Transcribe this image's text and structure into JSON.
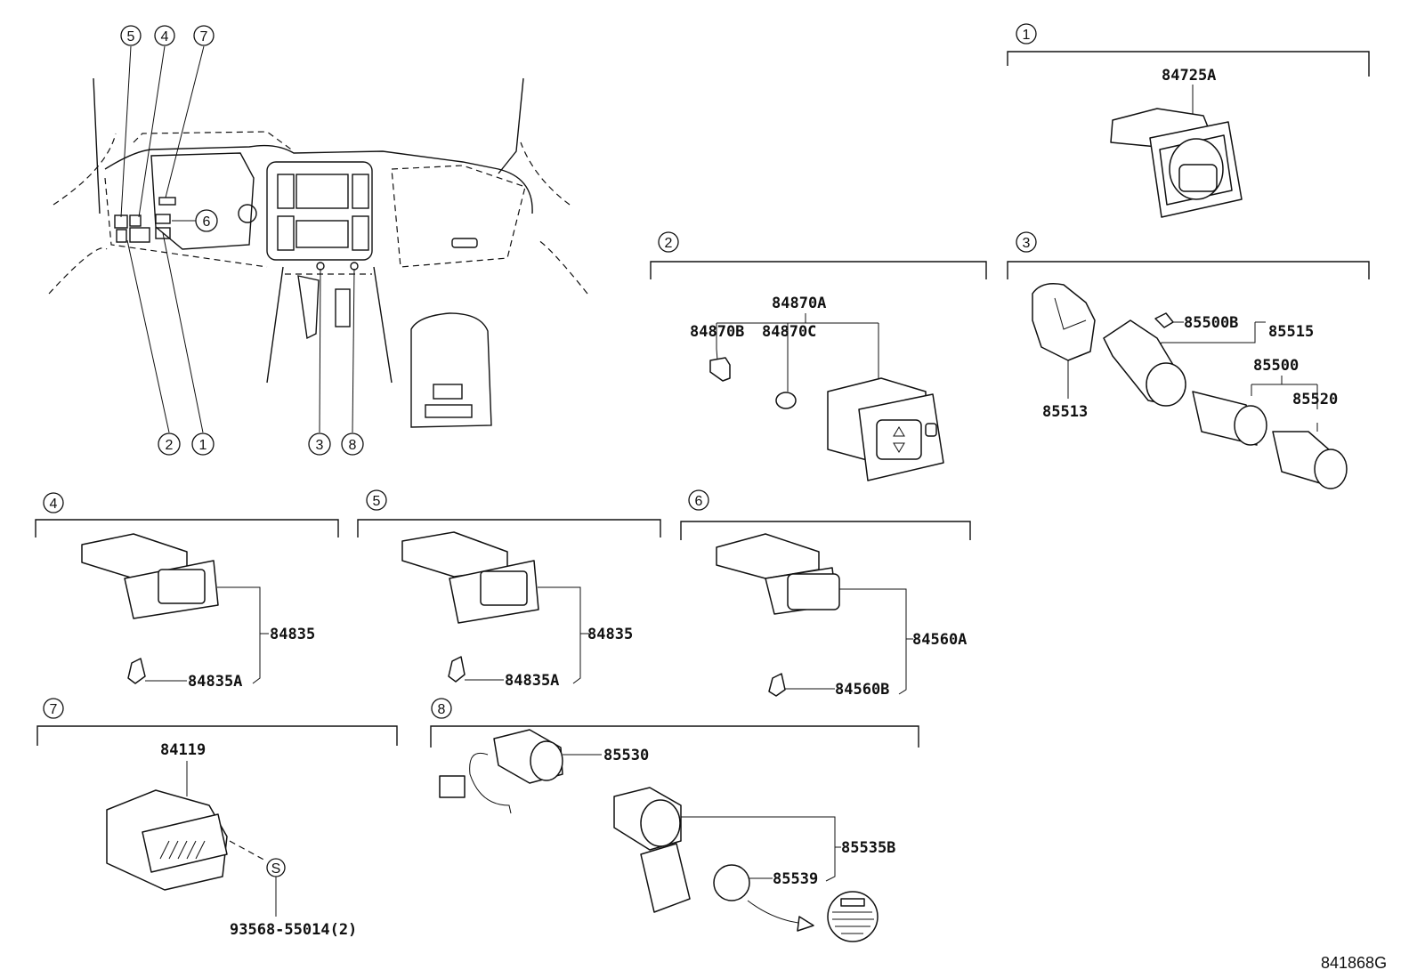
{
  "diagram_code": "841868G",
  "overview": {
    "top_callouts": [
      "5",
      "4",
      "7"
    ],
    "inner_callout": "6",
    "bottom_left_callouts": [
      "2",
      "1"
    ],
    "bottom_center_callouts": [
      "3",
      "8"
    ]
  },
  "groups": [
    {
      "id": "1",
      "parts": [
        "84725A"
      ]
    },
    {
      "id": "2",
      "parts": [
        "84870A",
        "84870B",
        "84870C"
      ]
    },
    {
      "id": "3",
      "parts": [
        "85500B",
        "85515",
        "85500",
        "85520",
        "85513"
      ]
    },
    {
      "id": "4",
      "parts": [
        "84835",
        "84835A"
      ]
    },
    {
      "id": "5",
      "parts": [
        "84835",
        "84835A"
      ]
    },
    {
      "id": "6",
      "parts": [
        "84560A",
        "84560B"
      ]
    },
    {
      "id": "7",
      "parts": [
        "84119",
        "93568-55014(2)"
      ],
      "marker": "S"
    },
    {
      "id": "8",
      "parts": [
        "85530",
        "85535B",
        "85539"
      ]
    }
  ]
}
